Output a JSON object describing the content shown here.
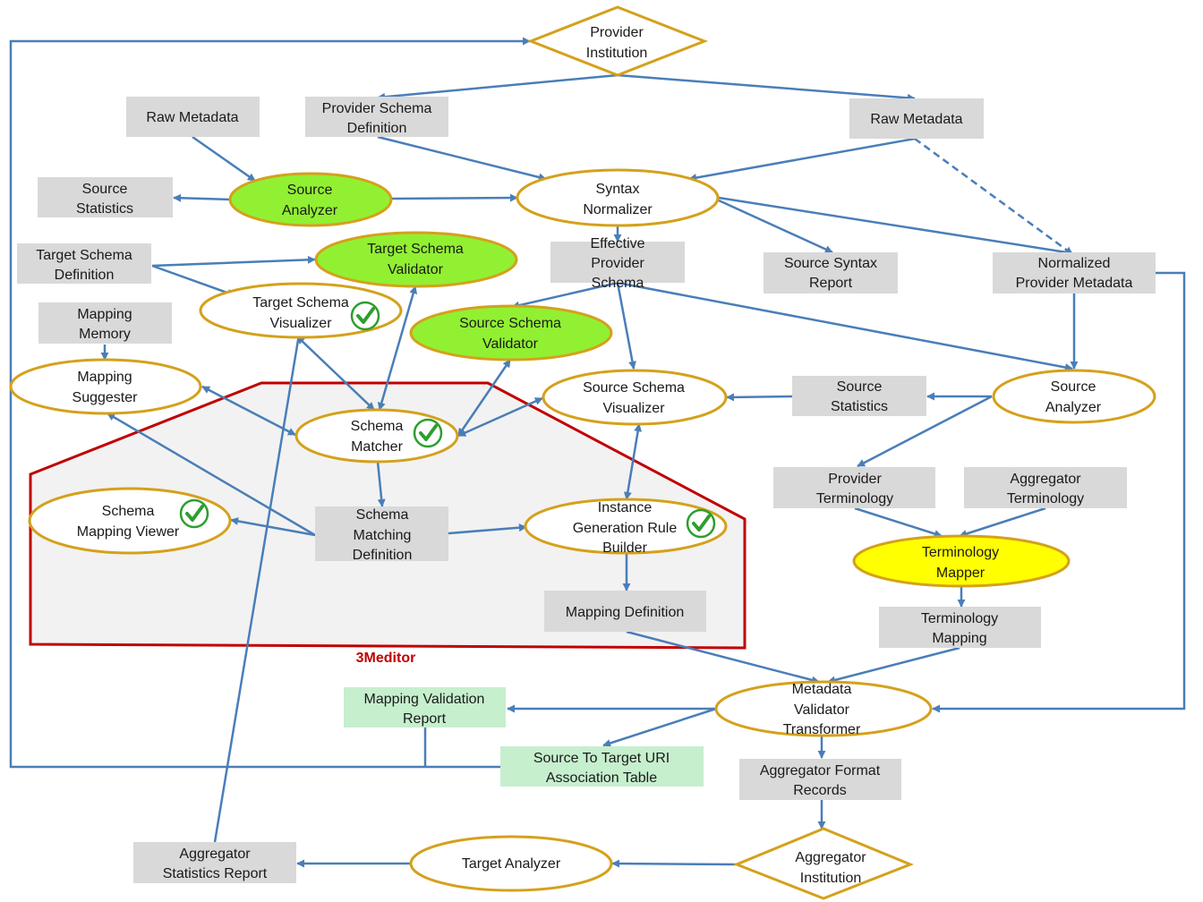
{
  "title": "3Meditor",
  "colors": {
    "arrow": "#4a7eb8",
    "ellipse_border": "#d4a11c",
    "green_fill": "#92f032",
    "yellow_fill": "#ffff00",
    "box_gray": "#d9d9d9",
    "box_green": "#c6efce",
    "editor_border": "#c00000",
    "editor_fill": "#f2f2f2",
    "check": "#2e9e2e"
  },
  "nodes": {
    "provider_institution": [
      "Provider",
      "Institution"
    ],
    "raw_metadata_left": [
      "Raw Metadata"
    ],
    "provider_schema_definition": [
      "Provider Schema",
      "Definition"
    ],
    "raw_metadata_right": [
      "Raw Metadata"
    ],
    "source_statistics_left": [
      "Source",
      "Statistics"
    ],
    "source_analyzer_left": [
      "Source",
      "Analyzer"
    ],
    "syntax_normalizer": [
      "Syntax",
      "Normalizer"
    ],
    "target_schema_definition": [
      "Target Schema",
      "Definition"
    ],
    "target_schema_validator": [
      "Target Schema",
      "Validator"
    ],
    "effective_provider_schema": [
      "Effective",
      "Provider",
      "Schema"
    ],
    "source_syntax_report": [
      "Source Syntax",
      "Report"
    ],
    "normalized_provider_metadata": [
      "Normalized",
      "Provider Metadata"
    ],
    "mapping_memory": [
      "Mapping",
      "Memory"
    ],
    "target_schema_visualizer": [
      "Target Schema",
      "Visualizer"
    ],
    "source_schema_validator": [
      "Source Schema",
      "Validator"
    ],
    "mapping_suggester": [
      "Mapping",
      "Suggester"
    ],
    "source_schema_visualizer": [
      "Source Schema",
      "Visualizer"
    ],
    "source_statistics_right": [
      "Source",
      "Statistics"
    ],
    "source_analyzer_right": [
      "Source",
      "Analyzer"
    ],
    "schema_matcher": [
      "Schema",
      "Matcher"
    ],
    "provider_terminology": [
      "Provider",
      "Terminology"
    ],
    "aggregator_terminology": [
      "Aggregator",
      "Terminology"
    ],
    "schema_mapping_viewer": [
      "Schema",
      "Mapping Viewer"
    ],
    "schema_matching_definition": [
      "Schema",
      "Matching",
      "Definition"
    ],
    "instance_generation_rule_builder": [
      "Instance",
      "Generation Rule",
      "Builder"
    ],
    "terminology_mapper": [
      "Terminology",
      "Mapper"
    ],
    "mapping_definition": [
      "Mapping Definition"
    ],
    "terminology_mapping": [
      "Terminology",
      "Mapping"
    ],
    "mapping_validation_report": [
      "Mapping Validation",
      "Report"
    ],
    "metadata_validator_transformer": [
      "Metadata",
      "Validator",
      "Transformer"
    ],
    "source_to_target_uri": [
      "Source To Target URI",
      "Association Table"
    ],
    "aggregator_format_records": [
      "Aggregator Format",
      "Records"
    ],
    "aggregator_statistics_report": [
      "Aggregator",
      "Statistics Report"
    ],
    "target_analyzer": [
      "Target Analyzer"
    ],
    "aggregator_institution": [
      "Aggregator",
      "Institution"
    ]
  },
  "icons": [
    "check-icon"
  ]
}
